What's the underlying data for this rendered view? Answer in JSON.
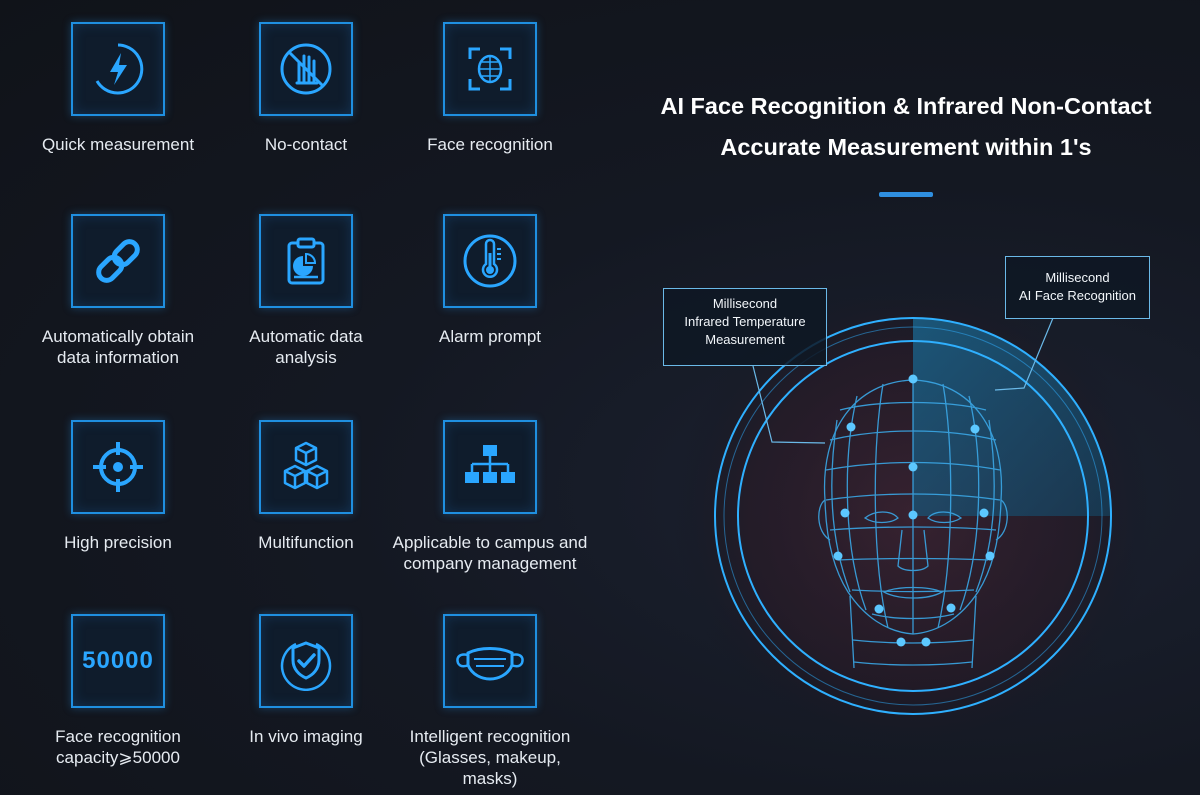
{
  "features": [
    {
      "label": "Quick measurement",
      "icon": "lightning-icon"
    },
    {
      "label": "No-contact",
      "icon": "no-touch-icon"
    },
    {
      "label": "Face recognition",
      "icon": "face-scan-icon"
    },
    {
      "label": "Automatically obtain\ndata information",
      "icon": "link-icon"
    },
    {
      "label": "Automatic data\nanalysis",
      "icon": "clipboard-chart-icon"
    },
    {
      "label": "Alarm prompt",
      "icon": "thermometer-icon"
    },
    {
      "label": "High precision",
      "icon": "crosshair-icon"
    },
    {
      "label": "Multifunction",
      "icon": "cubes-icon"
    },
    {
      "label": "Applicable to campus and\ncompany management",
      "icon": "org-chart-icon"
    },
    {
      "label": "Face recognition\ncapacity⩾50000",
      "icon": "number-icon",
      "icon_text": "50000"
    },
    {
      "label": "In vivo imaging",
      "icon": "shield-check-icon"
    },
    {
      "label": "Intelligent recognition\n(Glasses, makeup, masks)",
      "icon": "mask-icon"
    }
  ],
  "headline": {
    "line1": "AI Face Recognition & Infrared Non-Contact",
    "line2": "Accurate Measurement within 1's"
  },
  "callouts": {
    "temperature": "Millisecond\nInfrared Temperature\nMeasurement",
    "face": "Millisecond\nAI Face Recognition"
  },
  "colors": {
    "accent": "#1f8fe0",
    "background": "#141822",
    "text": "#e6ebf1"
  }
}
